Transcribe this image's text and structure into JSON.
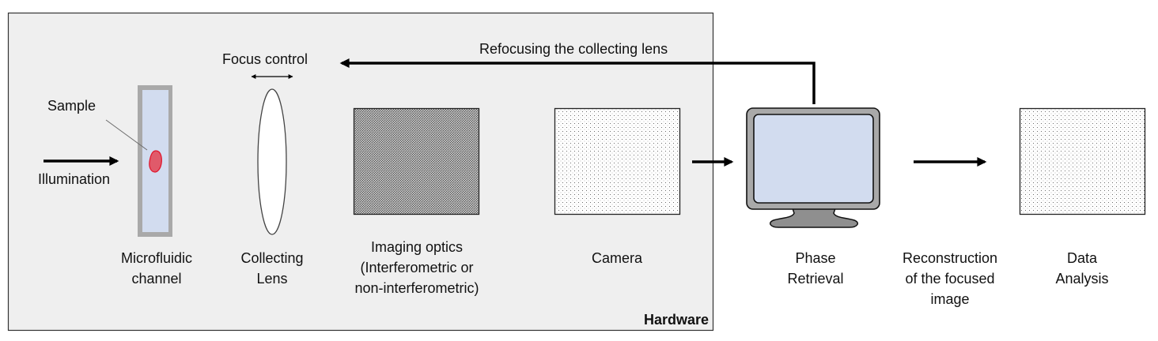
{
  "diagram": {
    "hardware_group": {
      "label": "Hardware",
      "fill": "#efefef",
      "border": "#333333"
    },
    "components": {
      "illumination": {
        "label": "Illumination"
      },
      "sample": {
        "label": "Sample",
        "color": "#e05a6a",
        "stroke": "#e0142a"
      },
      "microfluidic_channel": {
        "lines": [
          "Microfluidic",
          "channel"
        ],
        "frame_color": "#a9a9a9",
        "fill": "#d2dcef"
      },
      "collecting_lens": {
        "lines": [
          "Collecting",
          "Lens"
        ]
      },
      "focus_control": {
        "label": "Focus control"
      },
      "imaging_optics": {
        "lines": [
          "Imaging optics",
          "(Interferometric or",
          "non-interferometric)"
        ]
      },
      "camera": {
        "lines": [
          "Camera"
        ]
      },
      "phase_retrieval": {
        "lines": [
          "Phase",
          "Retrieval"
        ],
        "screen_fill": "#d2dcef",
        "bezel_fill": "#a9a9a9"
      },
      "reconstruction": {
        "lines": [
          "Reconstruction",
          "of the focused",
          "image"
        ]
      },
      "data_analysis": {
        "lines": [
          "Data",
          "Analysis"
        ]
      }
    },
    "feedback": {
      "label": "Refocusing the collecting lens"
    }
  }
}
